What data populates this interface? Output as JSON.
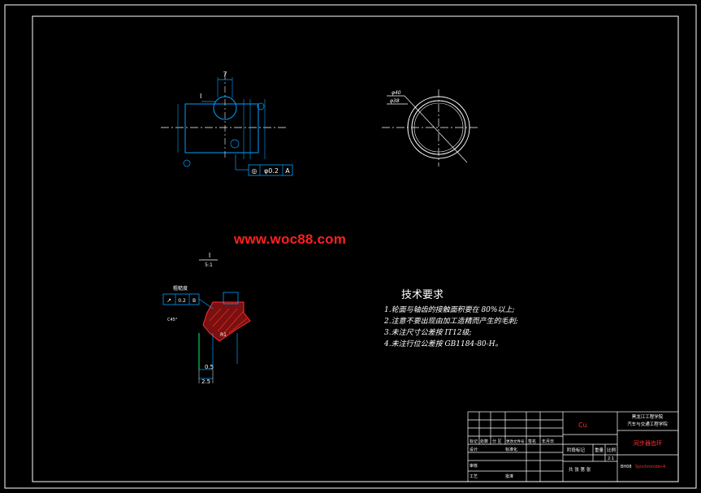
{
  "watermark": "www.woc88.com",
  "technical_requirements": {
    "title": "技术要求",
    "items": [
      "1.轮面与轴齿的接触面积要在   80%以上;",
      "2.注意不要出现由加工造精而产生的毛刺;",
      "3.未注尺寸公差按   IT12级;",
      "4.未注行位公差按   GB1184-80-H。"
    ]
  },
  "detail_view": {
    "label": "I",
    "scale": "5:1"
  },
  "dimensions": {
    "top_width": "7",
    "phi_outer": "φ40",
    "phi_inner": "φ38",
    "radius": "R1",
    "depth": "0.5",
    "width_bottom": "2.5",
    "tolerance_frame_main": [
      "◎",
      "φ0.2",
      "A"
    ],
    "tolerance_frame_detail": [
      "↗",
      "0.2",
      "B"
    ],
    "roughness_label": "粗糙度",
    "chamfer": "C45°"
  },
  "title_block": {
    "material": "Cu",
    "school_line1": "黑龙江工程学院",
    "school_line2": "汽车与交通工程学院",
    "drawing_name": "同步器齿环",
    "stage_label": "阶段标记",
    "weight_label": "重量",
    "scale_label": "比例",
    "scale_value": "2:1",
    "sheet_info": "共 张  第  张",
    "drawing_code_prefix": "BH08",
    "drawing_code": "Synchronizer-4",
    "row_labels": [
      "标记",
      "处数",
      "分 区",
      "更改文件号",
      "签名",
      "年月日"
    ],
    "designer_label": "设计",
    "standard_label": "标准化",
    "review_label": "审核",
    "process_label": "工艺",
    "approve_label": "批准"
  },
  "colors": {
    "frame": "#ffffff",
    "geometry": "#00a0ff",
    "centerline": "#ffffff",
    "hatch": "#ff3030",
    "annotation": "#00e0ff",
    "accent_green": "#00ff66"
  }
}
